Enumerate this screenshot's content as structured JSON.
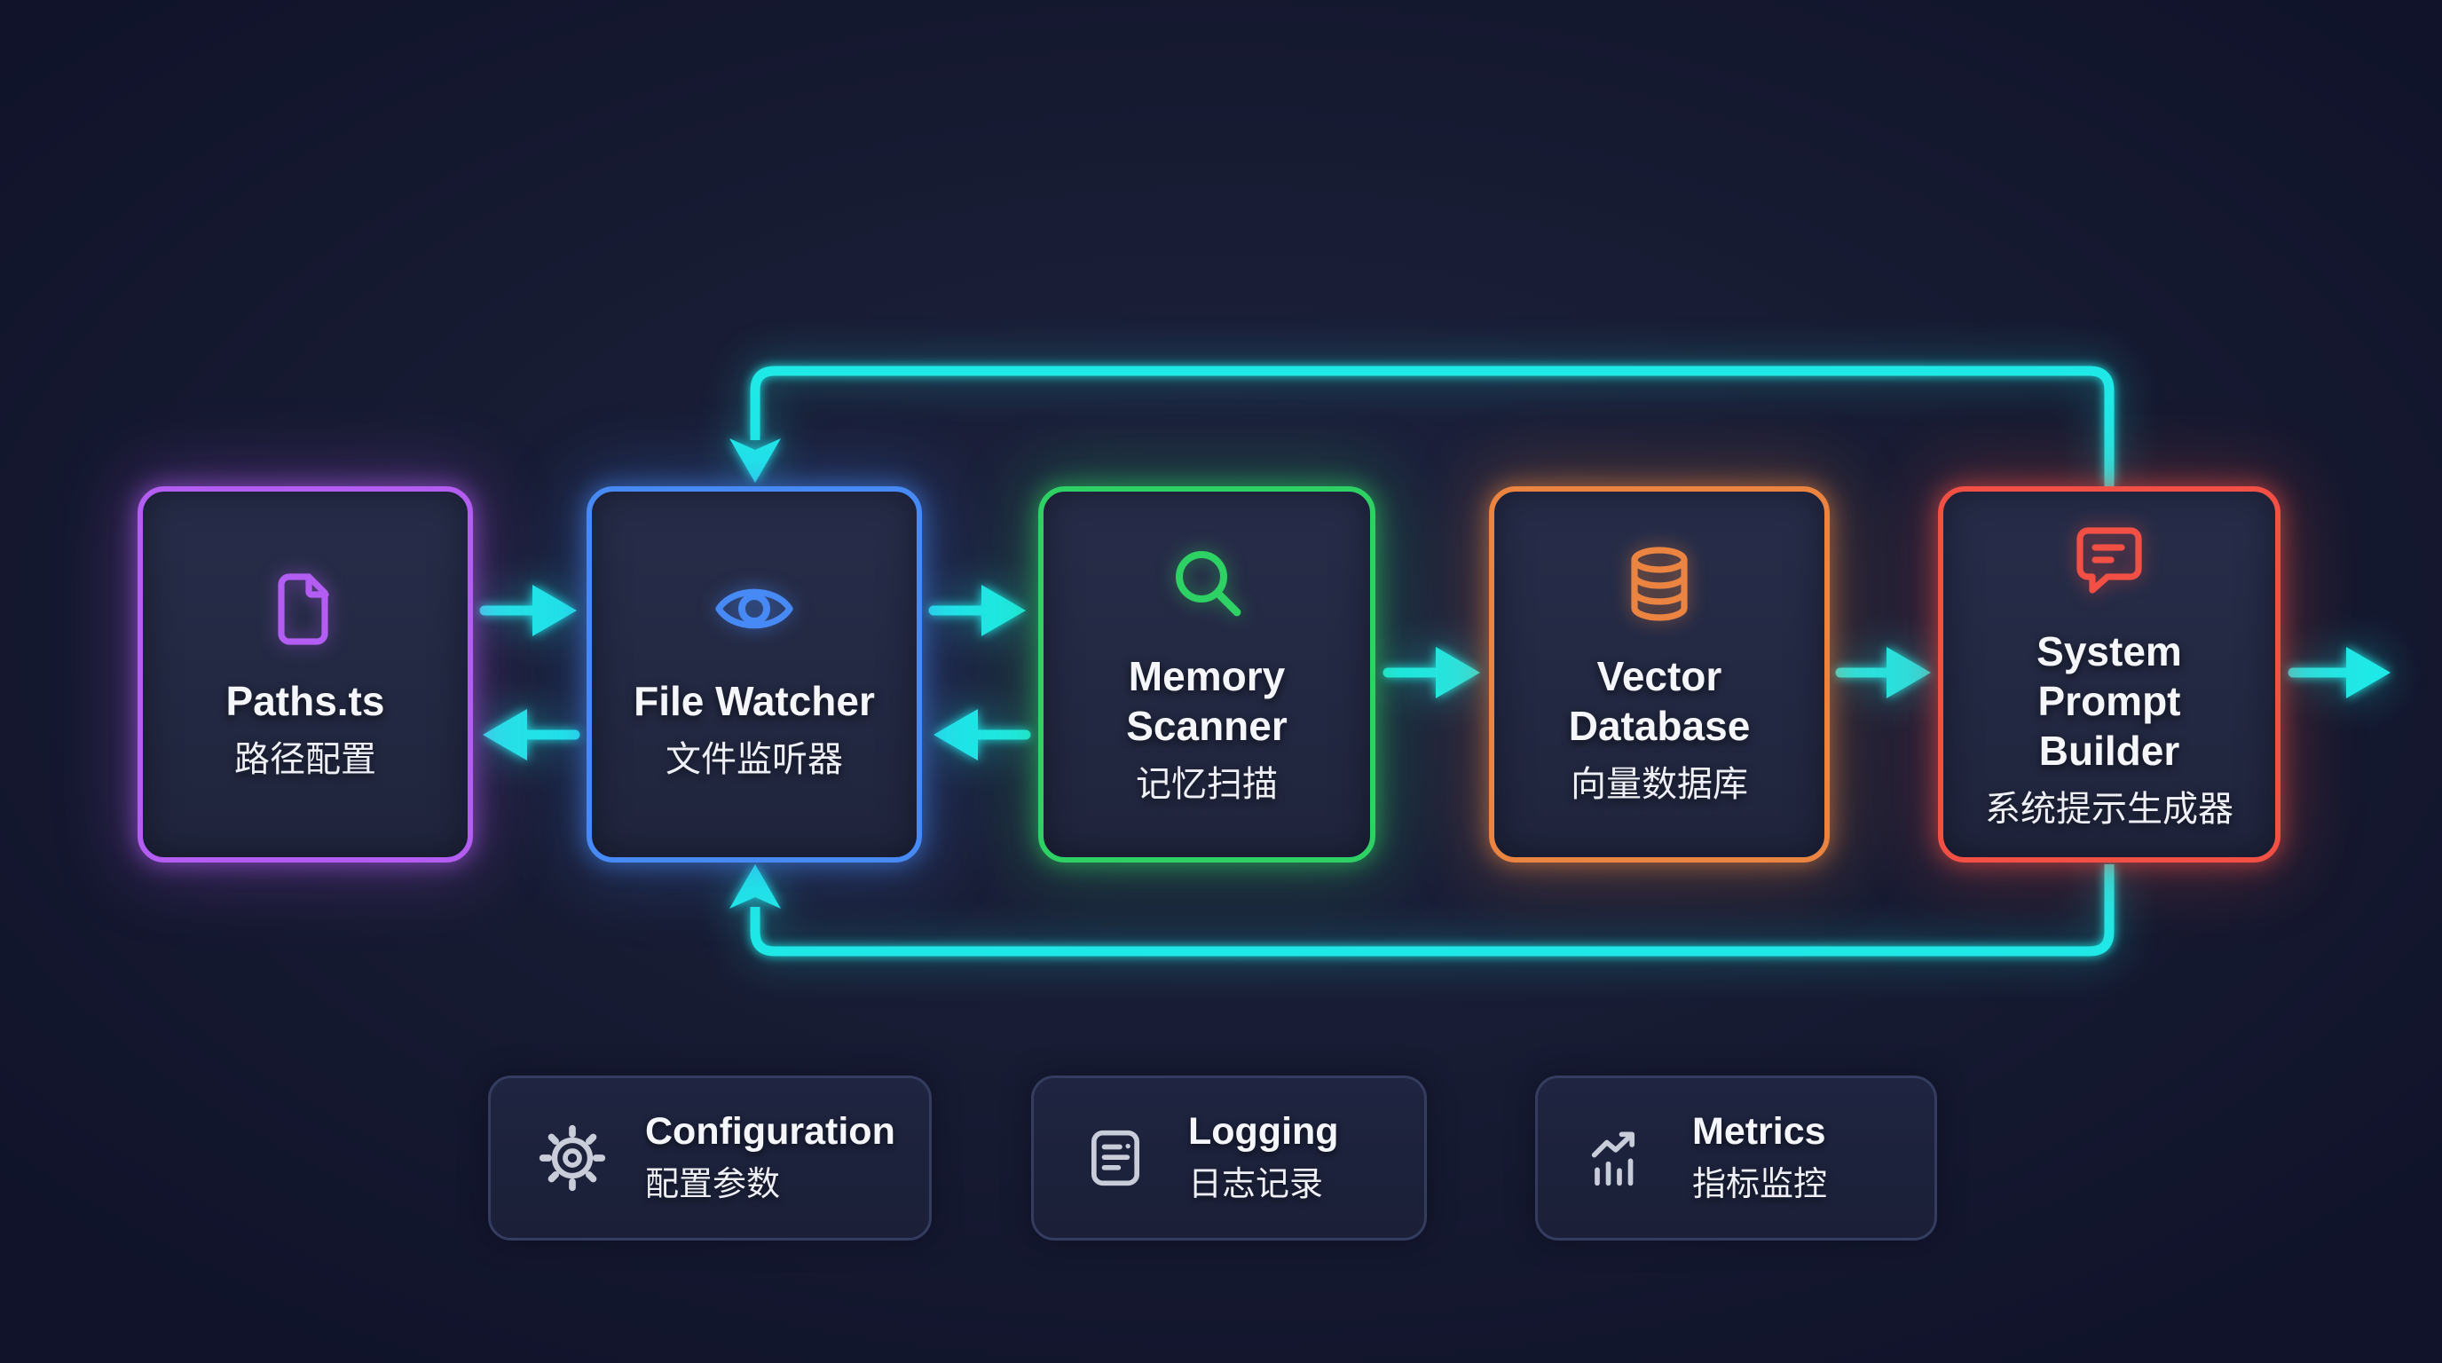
{
  "diagram": {
    "theme": {
      "background": "#171b32",
      "node_fill": "#232942",
      "arrow_color": "#1fe9e7",
      "text_color": "#f4f6fa",
      "legend_border": "#343c60",
      "legend_icon_color": "#c9cdda"
    },
    "nodes": [
      {
        "id": "paths",
        "title": "Paths.ts",
        "subtitle": "路径配置",
        "color": "#b35df2",
        "icon": "file-icon"
      },
      {
        "id": "file-watcher",
        "title": "File Watcher",
        "subtitle": "文件监听器",
        "color": "#478af5",
        "icon": "eye-icon"
      },
      {
        "id": "memory-scanner",
        "title": "Memory Scanner",
        "subtitle": "记忆扫描",
        "color": "#2ed163",
        "icon": "search-icon"
      },
      {
        "id": "vector-database",
        "title": "Vector Database",
        "subtitle": "向量数据库",
        "color": "#ea8440",
        "icon": "database-icon"
      },
      {
        "id": "system-prompt-builder",
        "title": "System Prompt Builder",
        "subtitle": "系统提示生成器",
        "color": "#f25045",
        "icon": "chat-icon"
      }
    ],
    "connections": [
      {
        "from": "paths",
        "to": "file-watcher",
        "type": "bidirectional"
      },
      {
        "from": "file-watcher",
        "to": "memory-scanner",
        "type": "bidirectional"
      },
      {
        "from": "memory-scanner",
        "to": "vector-database",
        "type": "forward"
      },
      {
        "from": "vector-database",
        "to": "system-prompt-builder",
        "type": "forward"
      },
      {
        "from": "system-prompt-builder",
        "to": "file-watcher",
        "type": "feedback-top-loop"
      },
      {
        "from": "system-prompt-builder",
        "to": "file-watcher",
        "type": "feedback-bottom-loop"
      },
      {
        "from": "system-prompt-builder",
        "to": "output",
        "type": "forward"
      }
    ],
    "legend": [
      {
        "id": "configuration",
        "title": "Configuration",
        "subtitle": "配置参数",
        "icon": "gear-icon"
      },
      {
        "id": "logging",
        "title": "Logging",
        "subtitle": "日志记录",
        "icon": "log-icon"
      },
      {
        "id": "metrics",
        "title": "Metrics",
        "subtitle": "指标监控",
        "icon": "chart-icon"
      }
    ]
  }
}
